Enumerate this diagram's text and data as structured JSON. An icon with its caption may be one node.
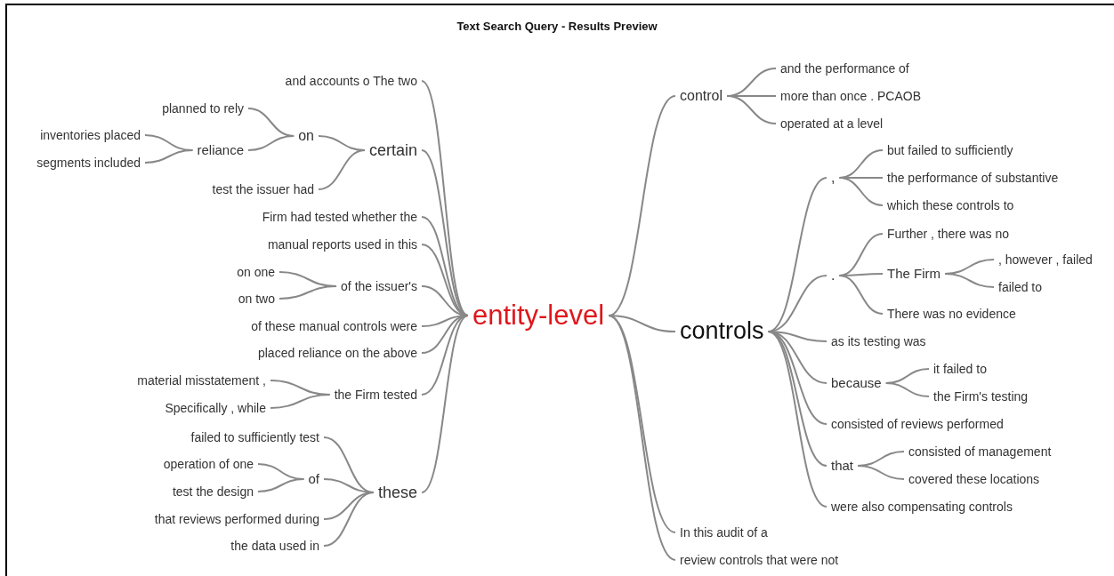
{
  "diagram": {
    "title": "Text Search Query - Results Preview",
    "nodes": [
      {
        "text": [
          "entity-level"
        ]
      },
      {
        "text": [
          "and accounts o The two"
        ]
      },
      {
        "text": [
          "certain"
        ]
      },
      {
        "text": [
          "Firm had tested whether the"
        ]
      },
      {
        "text": [
          "manual reports used in this"
        ]
      },
      {
        "text": [
          "of the issuer's"
        ]
      },
      {
        "text": [
          "of these manual controls were"
        ]
      },
      {
        "text": [
          "placed reliance on the above"
        ]
      },
      {
        "text": [
          "the Firm tested"
        ]
      },
      {
        "text": [
          "these"
        ]
      },
      {
        "text": [
          "on"
        ]
      },
      {
        "text": [
          "test the issuer had"
        ]
      },
      {
        "text": [
          "planned to rely"
        ]
      },
      {
        "text": [
          "reliance"
        ]
      },
      {
        "text": [
          "inventories placed"
        ]
      },
      {
        "text": [
          "segments included"
        ]
      },
      {
        "text": [
          "on one"
        ]
      },
      {
        "text": [
          "on two"
        ]
      },
      {
        "text": [
          "material misstatement ,"
        ]
      },
      {
        "text": [
          "Specifically , while"
        ]
      },
      {
        "text": [
          "failed to sufficiently test"
        ]
      },
      {
        "text": [
          "of"
        ]
      },
      {
        "text": [
          "that reviews performed during"
        ]
      },
      {
        "text": [
          "the data used in"
        ]
      },
      {
        "text": [
          "operation of one"
        ]
      },
      {
        "text": [
          "test the design"
        ]
      },
      {
        "text": [
          "control"
        ]
      },
      {
        "text": [
          "controls"
        ]
      },
      {
        "text": [
          "In this audit of a"
        ]
      },
      {
        "text": [
          "review controls that were not"
        ]
      },
      {
        "text": [
          "and the performance of"
        ]
      },
      {
        "text": [
          "more than once . PCAOB"
        ]
      },
      {
        "text": [
          "operated at a level"
        ]
      },
      {
        "text": [
          ","
        ]
      },
      {
        "text": [
          "."
        ]
      },
      {
        "text": [
          "as its testing was"
        ]
      },
      {
        "text": [
          "because"
        ]
      },
      {
        "text": [
          "consisted of reviews performed"
        ]
      },
      {
        "text": [
          "that"
        ]
      },
      {
        "text": [
          "were also compensating controls"
        ]
      },
      {
        "text": [
          "but failed to sufficiently"
        ]
      },
      {
        "text": [
          "the performance of substantive"
        ]
      },
      {
        "text": [
          "which these controls to"
        ]
      },
      {
        "text": [
          "Further , there was no"
        ]
      },
      {
        "text": [
          "The Firm"
        ]
      },
      {
        "text": [
          "There was no evidence"
        ]
      },
      {
        "text": [
          ", however , failed"
        ]
      },
      {
        "text": [
          "failed to"
        ]
      },
      {
        "text": [
          "it failed to"
        ]
      },
      {
        "text": [
          "the Firm's testing"
        ]
      },
      {
        "text": [
          "consisted of management"
        ]
      },
      {
        "text": [
          "covered these locations"
        ]
      }
    ],
    "edges": [
      {
        "from": 0,
        "to": 1,
        "arrow": "none"
      },
      {
        "from": 0,
        "to": 2,
        "arrow": "none"
      },
      {
        "from": 0,
        "to": 3,
        "arrow": "none"
      },
      {
        "from": 0,
        "to": 4,
        "arrow": "none"
      },
      {
        "from": 0,
        "to": 5,
        "arrow": "none"
      },
      {
        "from": 0,
        "to": 6,
        "arrow": "none"
      },
      {
        "from": 0,
        "to": 7,
        "arrow": "none"
      },
      {
        "from": 0,
        "to": 8,
        "arrow": "none"
      },
      {
        "from": 0,
        "to": 9,
        "arrow": "none"
      },
      {
        "from": 2,
        "to": 10,
        "arrow": "none"
      },
      {
        "from": 2,
        "to": 11,
        "arrow": "none"
      },
      {
        "from": 10,
        "to": 12,
        "arrow": "none"
      },
      {
        "from": 10,
        "to": 13,
        "arrow": "none"
      },
      {
        "from": 13,
        "to": 14,
        "arrow": "none"
      },
      {
        "from": 13,
        "to": 15,
        "arrow": "none"
      },
      {
        "from": 5,
        "to": 16,
        "arrow": "none"
      },
      {
        "from": 5,
        "to": 17,
        "arrow": "none"
      },
      {
        "from": 8,
        "to": 18,
        "arrow": "none"
      },
      {
        "from": 8,
        "to": 19,
        "arrow": "none"
      },
      {
        "from": 9,
        "to": 20,
        "arrow": "none"
      },
      {
        "from": 9,
        "to": 21,
        "arrow": "none"
      },
      {
        "from": 9,
        "to": 22,
        "arrow": "none"
      },
      {
        "from": 9,
        "to": 23,
        "arrow": "none"
      },
      {
        "from": 21,
        "to": 24,
        "arrow": "none"
      },
      {
        "from": 21,
        "to": 25,
        "arrow": "none"
      },
      {
        "from": 0,
        "to": 26,
        "arrow": "none"
      },
      {
        "from": 0,
        "to": 27,
        "arrow": "none"
      },
      {
        "from": 0,
        "to": 28,
        "arrow": "none"
      },
      {
        "from": 0,
        "to": 29,
        "arrow": "none"
      },
      {
        "from": 26,
        "to": 30,
        "arrow": "none"
      },
      {
        "from": 26,
        "to": 31,
        "arrow": "none"
      },
      {
        "from": 26,
        "to": 32,
        "arrow": "none"
      },
      {
        "from": 27,
        "to": 33,
        "arrow": "none"
      },
      {
        "from": 27,
        "to": 34,
        "arrow": "none"
      },
      {
        "from": 27,
        "to": 35,
        "arrow": "none"
      },
      {
        "from": 27,
        "to": 36,
        "arrow": "none"
      },
      {
        "from": 27,
        "to": 37,
        "arrow": "none"
      },
      {
        "from": 27,
        "to": 38,
        "arrow": "none"
      },
      {
        "from": 27,
        "to": 39,
        "arrow": "none"
      },
      {
        "from": 33,
        "to": 40,
        "arrow": "none"
      },
      {
        "from": 33,
        "to": 41,
        "arrow": "none"
      },
      {
        "from": 33,
        "to": 42,
        "arrow": "none"
      },
      {
        "from": 34,
        "to": 43,
        "arrow": "none"
      },
      {
        "from": 34,
        "to": 44,
        "arrow": "none"
      },
      {
        "from": 34,
        "to": 45,
        "arrow": "none"
      },
      {
        "from": 44,
        "to": 46,
        "arrow": "none"
      },
      {
        "from": 44,
        "to": 47,
        "arrow": "none"
      },
      {
        "from": 36,
        "to": 48,
        "arrow": "none"
      },
      {
        "from": 36,
        "to": 49,
        "arrow": "none"
      },
      {
        "from": 38,
        "to": 50,
        "arrow": "none"
      },
      {
        "from": 38,
        "to": 51,
        "arrow": "none"
      }
    ]
  }
}
